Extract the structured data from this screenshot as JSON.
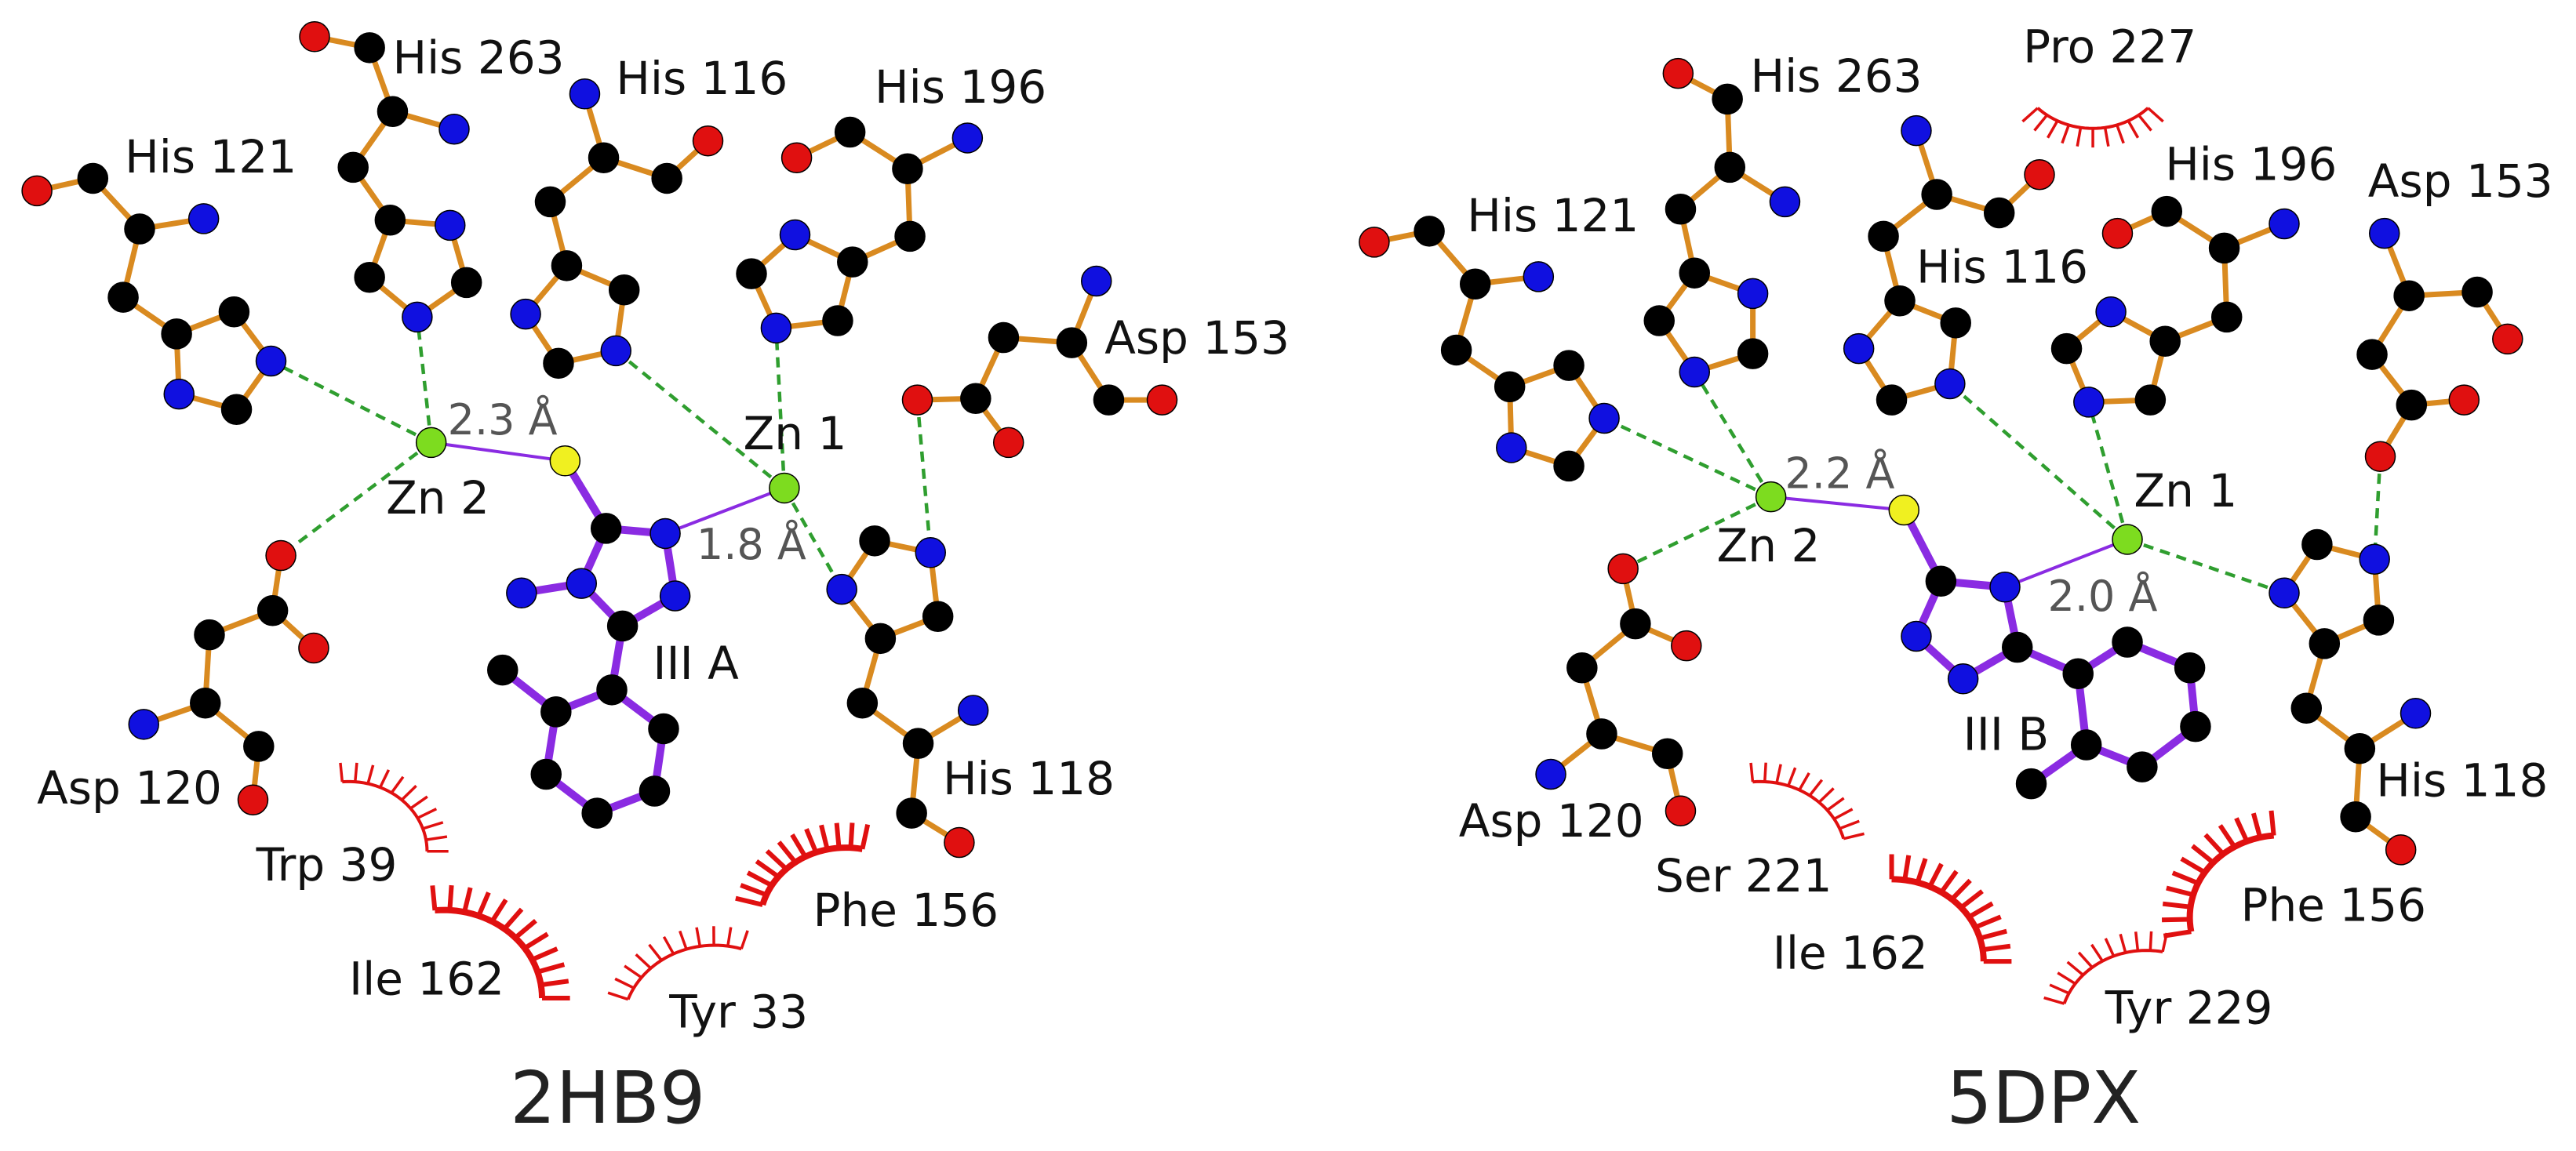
{
  "colors": {
    "carbon": "#000000",
    "nitrogen": "#1010e0",
    "oxygen": "#e01010",
    "zinc": "#7ddc1f",
    "sulfur": "#f0f020",
    "residue_bond": "#d98a20",
    "ligand_bond": "#8a2be2",
    "hbond": "#2f9e2f",
    "hydrophobic": "#e01010"
  },
  "panels": [
    {
      "title": "2HB9",
      "ligand": "III A",
      "zn1": "Zn 1",
      "zn2": "Zn 2",
      "dist_zn2_s": "2.3 Å",
      "dist_zn1_n": "1.8 Å",
      "residues": [
        "His 263",
        "His 116",
        "His 196",
        "His 121",
        "Asp 153",
        "His 118",
        "Asp 120"
      ],
      "hydrophobic": [
        "Trp 39",
        "Ile 162",
        "Tyr 33",
        "Phe 156"
      ]
    },
    {
      "title": "5DPX",
      "ligand": "III B",
      "zn1": "Zn 1",
      "zn2": "Zn 2",
      "dist_zn2_s": "2.2 Å",
      "dist_zn1_n": "2.0 Å",
      "residues": [
        "His 263",
        "His 116",
        "His 196",
        "His 121",
        "Asp 153",
        "His 118",
        "Asp 120"
      ],
      "hydrophobic": [
        "Pro 227",
        "Ser 221",
        "Ile 162",
        "Tyr 229",
        "Phe 156"
      ]
    }
  ]
}
